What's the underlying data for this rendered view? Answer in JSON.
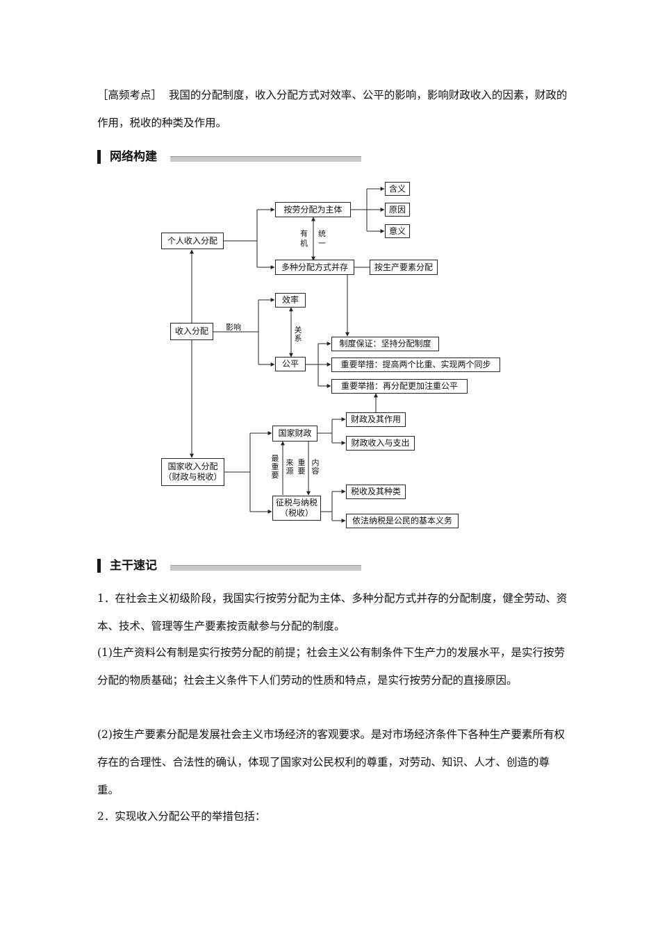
{
  "intro": {
    "tag": "［高频考点］",
    "text": "我国的分配制度，收入分配方式对效率、公平的影响，影响财政收入的因素，财政的作用，税收的种类及作用。"
  },
  "section1": {
    "title": "网络构建"
  },
  "section2": {
    "title": "主干速记"
  },
  "diagram": {
    "nodes": {
      "root": "收入分配",
      "personal": "个人收入分配",
      "labor_main": "按劳分配为主体",
      "meaning": "含义",
      "reason": "原因",
      "significance": "意义",
      "multiple": "多种分配方式并存",
      "by_factors": "按生产要素分配",
      "efficiency": "效率",
      "fairness": "公平",
      "system_guarantee": "制度保证：坚持分配制度",
      "measure1": "重要举措：提高两个比重、实现两个同步",
      "measure2": "重要举措：再分配更加注重公平",
      "national_line1": "国家收入分配",
      "national_line2": "（财政与税收）",
      "finance": "国家财政",
      "finance_role": "财政及其作用",
      "finance_income": "财政收入与支出",
      "tax_line1": "征税与纳税",
      "tax_line2": "（税收）",
      "tax_types": "税收及其种类",
      "tax_duty": "依法纳税是公民的基本义务"
    },
    "labels": {
      "organic": "有机",
      "unified": "统一",
      "influence": "影响",
      "relation": "关系",
      "most_important": "最重要",
      "source": "来源",
      "important": "重要",
      "content": "内容"
    }
  },
  "body": {
    "p1": "1．在社会主义初级阶段，我国实行按劳分配为主体、多种分配方式并存的分配制度，健全劳动、资本、技术、管理等生产要素按贡献参与分配的制度。",
    "p2": "(1)生产资料公有制是实行按劳分配的前提；社会主义公有制条件下生产力的发展水平，是实行按劳分配的物质基础；社会主义条件下人们劳动的性质和特点，是实行按劳分配的直接原因。",
    "p3": "(2)按生产要素分配是发展社会主义市场经济的客观要求。是对市场经济条件下各种生产要素所有权存在的合理性、合法性的确认，体现了国家对公民权利的尊重，对劳动、知识、人才、创造的尊重。",
    "p4": "2．实现收入分配公平的举措包括："
  }
}
